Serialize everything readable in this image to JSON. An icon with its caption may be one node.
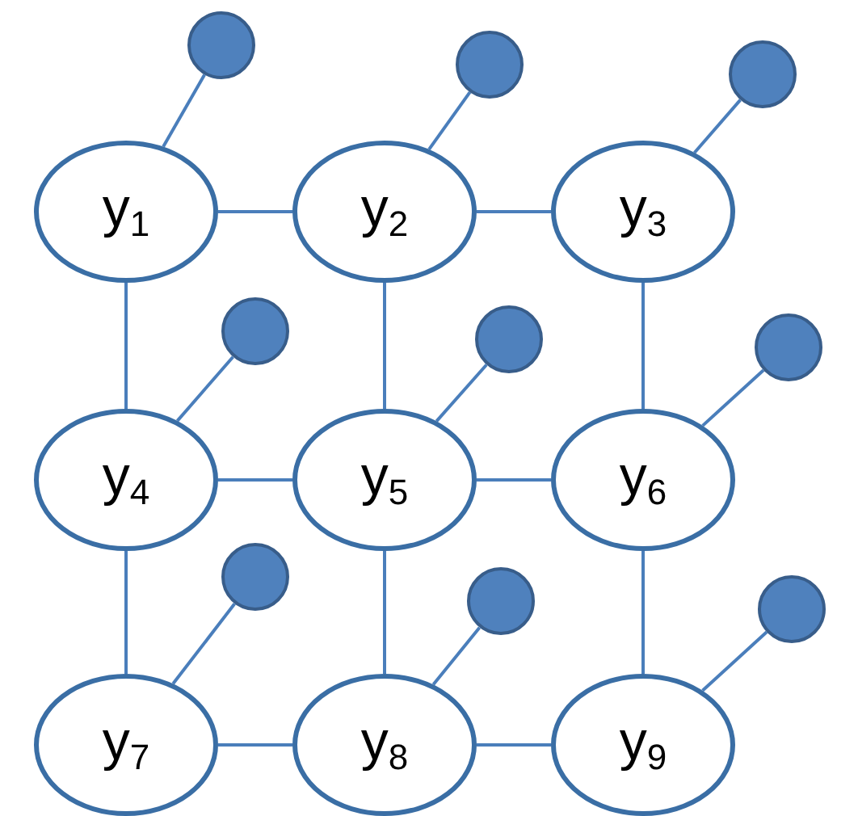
{
  "diagram": {
    "nodes": [
      {
        "text": [
          "y$_{1}$"
        ]
      },
      {
        "text": [
          "y$_{2}$"
        ]
      },
      {
        "text": [
          "y$_{3}$"
        ]
      },
      {
        "text": [
          "y$_{4}$"
        ]
      },
      {
        "text": [
          "y$_{5}$"
        ]
      },
      {
        "text": [
          "y$_{6}$"
        ]
      },
      {
        "text": [
          "y$_{7}$"
        ]
      },
      {
        "text": [
          "y$_{8}$"
        ]
      },
      {
        "text": [
          "y$_{9}$"
        ]
      },
      {
        "text": [],
        "shape": "circle"
      },
      {
        "text": [],
        "shape": "circle"
      },
      {
        "text": [],
        "shape": "circle"
      },
      {
        "text": [],
        "shape": "circle"
      },
      {
        "text": [],
        "shape": "circle"
      },
      {
        "text": [],
        "shape": "circle"
      },
      {
        "text": [],
        "shape": "circle"
      },
      {
        "text": [],
        "shape": "circle"
      },
      {
        "text": [],
        "shape": "circle"
      }
    ],
    "edges": [
      {
        "from": 0,
        "to": 1,
        "arrow": "none"
      },
      {
        "from": 1,
        "to": 2,
        "arrow": "none"
      },
      {
        "from": 3,
        "to": 4,
        "arrow": "none"
      },
      {
        "from": 4,
        "to": 5,
        "arrow": "none"
      },
      {
        "from": 6,
        "to": 7,
        "arrow": "none"
      },
      {
        "from": 7,
        "to": 8,
        "arrow": "none"
      },
      {
        "from": 0,
        "to": 3,
        "arrow": "none"
      },
      {
        "from": 3,
        "to": 6,
        "arrow": "none"
      },
      {
        "from": 1,
        "to": 4,
        "arrow": "none"
      },
      {
        "from": 4,
        "to": 7,
        "arrow": "none"
      },
      {
        "from": 2,
        "to": 5,
        "arrow": "none"
      },
      {
        "from": 5,
        "to": 8,
        "arrow": "none"
      },
      {
        "from": 0,
        "to": 9,
        "arrow": "none"
      },
      {
        "from": 1,
        "to": 10,
        "arrow": "none"
      },
      {
        "from": 2,
        "to": 11,
        "arrow": "none"
      },
      {
        "from": 3,
        "to": 12,
        "arrow": "none"
      },
      {
        "from": 4,
        "to": 13,
        "arrow": "none"
      },
      {
        "from": 5,
        "to": 14,
        "arrow": "none"
      },
      {
        "from": 6,
        "to": 15,
        "arrow": "none"
      },
      {
        "from": 7,
        "to": 16,
        "arrow": "none"
      },
      {
        "from": 8,
        "to": 17,
        "arrow": "none"
      }
    ]
  }
}
